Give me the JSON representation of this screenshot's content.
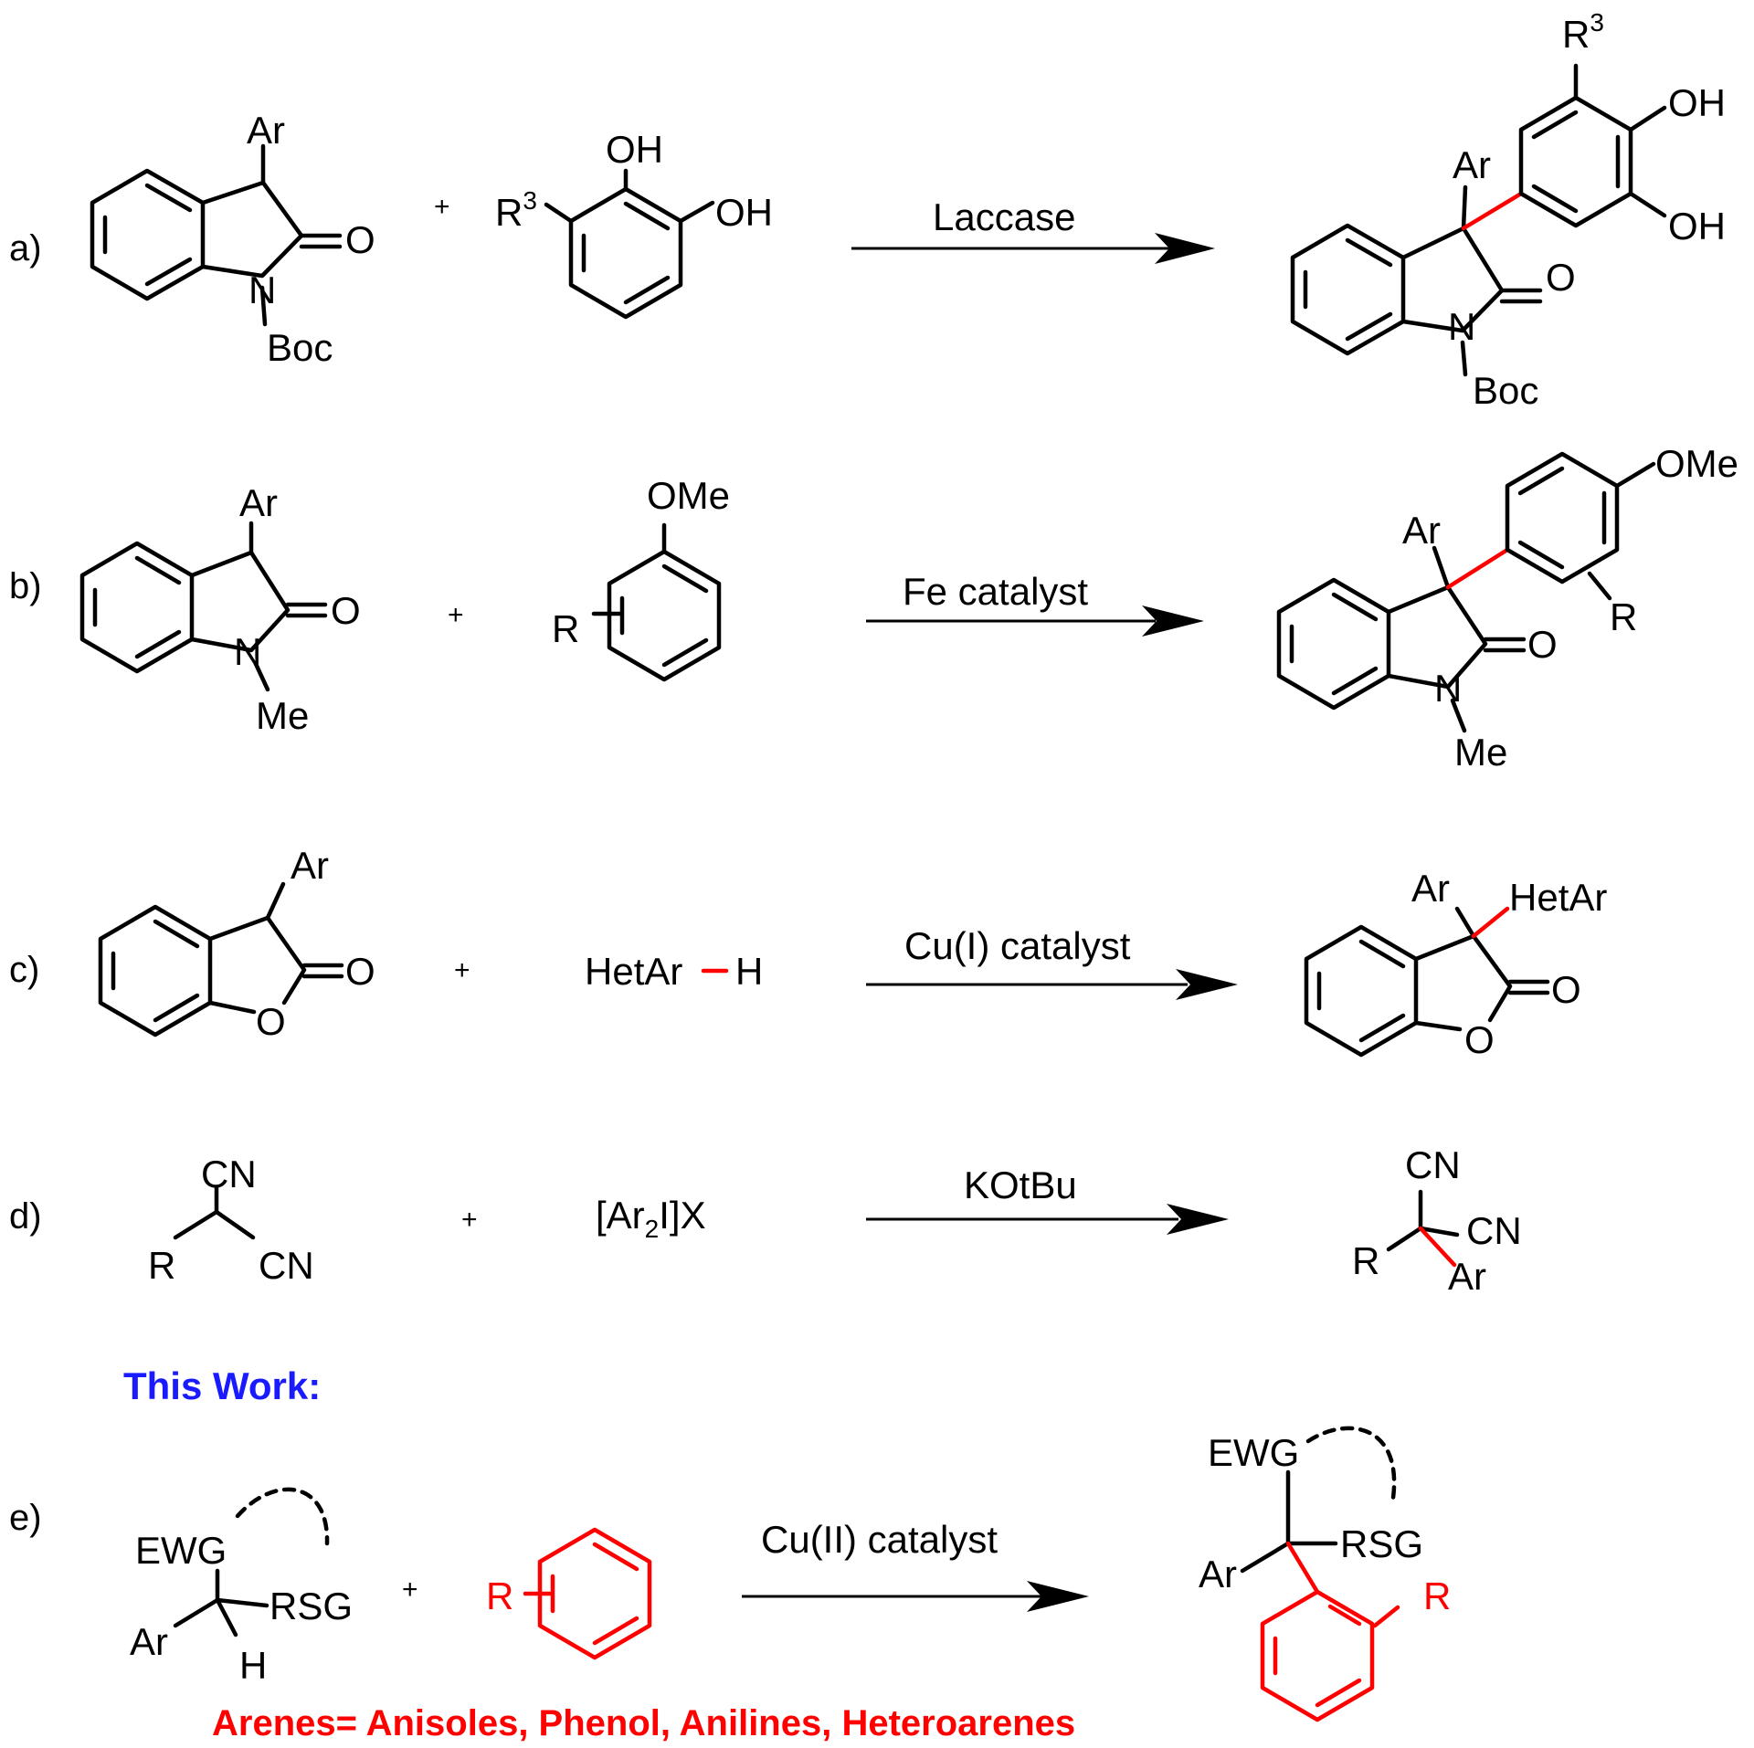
{
  "panels": [
    {
      "id": "a",
      "label": "a)",
      "condition": "Laccase"
    },
    {
      "id": "b",
      "label": "b)",
      "condition": "Fe catalyst"
    },
    {
      "id": "c",
      "label": "c)",
      "condition": "Cu(I) catalyst"
    },
    {
      "id": "d",
      "label": "d)",
      "condition": "KOtBu"
    },
    {
      "id": "e",
      "label": "e)",
      "condition": "Cu(II) catalyst"
    }
  ],
  "plus": "+",
  "labels": {
    "ar": "Ar",
    "o": "O",
    "n": "N",
    "boc": "Boc",
    "me": "Me",
    "oh": "OH",
    "r3": "R",
    "r3_sup": "3",
    "r": "R",
    "ome": "OMe",
    "hetar": "HetAr",
    "h": "H",
    "cn": "CN",
    "ar2ix_open": "[Ar",
    "ar2ix_sub": "2",
    "ar2ix_close": "I]X",
    "ewg": "EWG",
    "rsg": "RSG"
  },
  "this_work": "This Work:",
  "arenes_note": "Arenes= Anisoles, Phenol, Anilines, Heteroarenes",
  "colors": {
    "new_bond": "#ff0000",
    "heading": "#1a1aff",
    "text": "#000000"
  }
}
